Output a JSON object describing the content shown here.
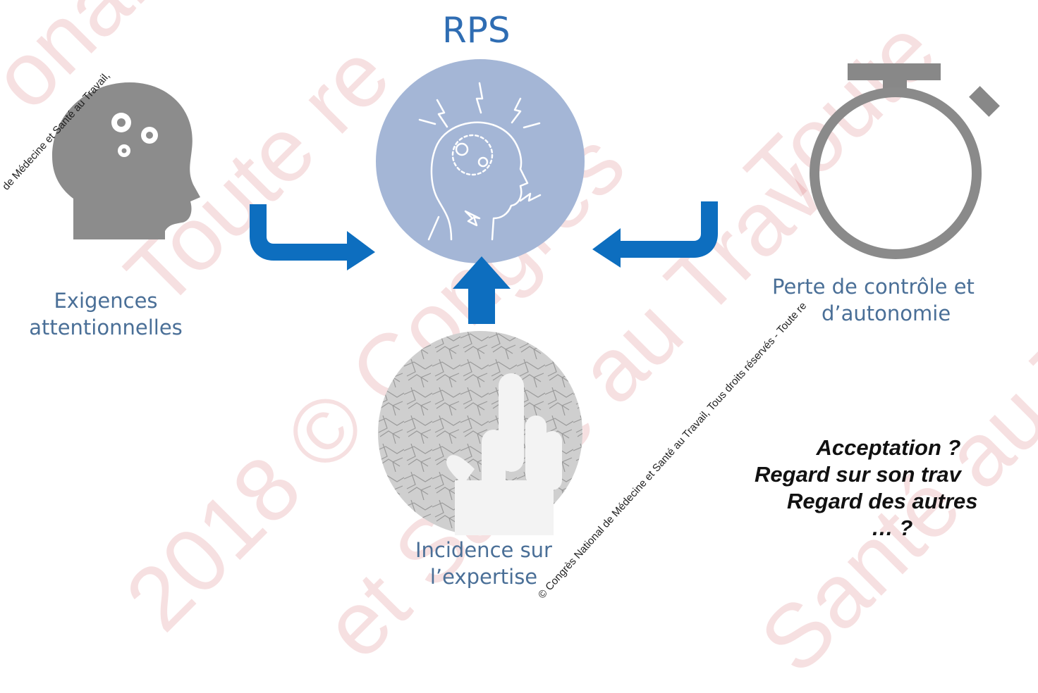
{
  "center": {
    "title": "RPS"
  },
  "nodes": {
    "left": {
      "line1": "Exigences",
      "line2": "attentionnelles"
    },
    "right": {
      "line1": "Perte de contrôle et",
      "line2": "d’autonomie"
    },
    "bottom": {
      "line1": "Incidence sur",
      "line2": "l’expertise"
    }
  },
  "questions": [
    "Acceptation ?",
    "Regard sur son trav",
    "Regard des autres",
    "… ?"
  ],
  "watermark": {
    "big": [
      "Toute re",
      "2018 © Congrès",
      "et Santé au Trav",
      "Toute",
      "Santé au Trav",
      "onale de M"
    ],
    "small": [
      "de Médecine et Santé au Travail,",
      "© Congrès National de Médecine et Santé au Travail, Tous droits réservés - Toute re"
    ]
  },
  "colors": {
    "accent": "#0d6ebf",
    "label": "#4a6f97",
    "circle": "#a4b6d6",
    "icon_gray": "#8c8c8c",
    "watermark": "#c21a20"
  },
  "icons": [
    "head-gears-icon",
    "stressed-head-icon",
    "stopwatch-icon",
    "hand-texture-icon",
    "arrow-right-icon",
    "arrow-left-icon",
    "arrow-up-icon"
  ]
}
